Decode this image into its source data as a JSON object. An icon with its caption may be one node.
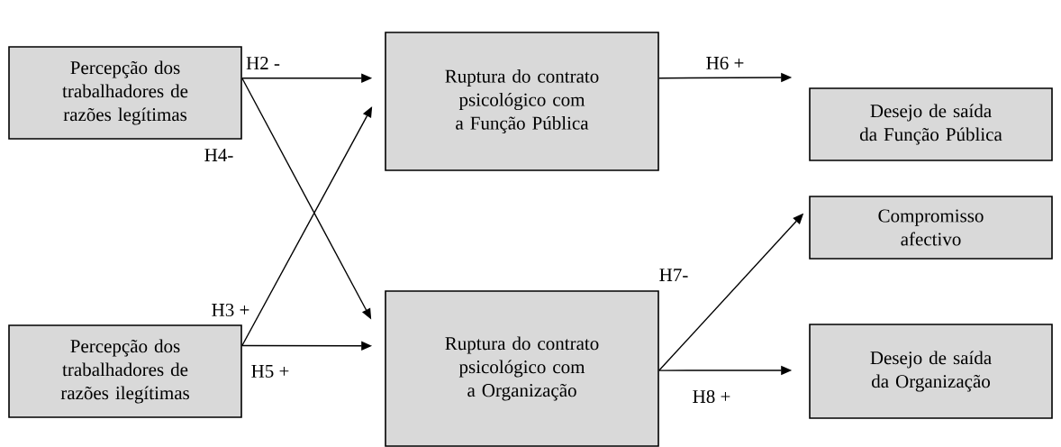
{
  "diagram": {
    "nodes": [
      {
        "text": [
          "Percepção dos trabalhadores de razões legítimas"
        ]
      },
      {
        "text": [
          "Ruptura do contrato psicológico com a Função Pública"
        ]
      },
      {
        "text": [
          "Desejo de saída da Função Pública"
        ]
      },
      {
        "text": [
          "Compromisso afectivo"
        ]
      },
      {
        "text": [
          "Percepção dos trabalhadores de razões ilegítimas"
        ]
      },
      {
        "text": [
          "Ruptura do contrato psicológico com a Organização"
        ]
      },
      {
        "text": [
          "Desejo de saída da Organização"
        ]
      }
    ],
    "edges": [
      {
        "from": 0,
        "to": 1,
        "arrow": "to",
        "label": "H2 -"
      },
      {
        "from": 0,
        "to": 5,
        "arrow": "to",
        "label": "H4-"
      },
      {
        "from": 4,
        "to": 1,
        "arrow": "to",
        "label": "H3 +"
      },
      {
        "from": 4,
        "to": 5,
        "arrow": "to",
        "label": "H5 +"
      },
      {
        "from": 1,
        "to": 2,
        "arrow": "to",
        "label": "H6 +"
      },
      {
        "from": 5,
        "to": 3,
        "arrow": "to",
        "label": "H7-"
      },
      {
        "from": 5,
        "to": 6,
        "arrow": "to",
        "label": "H8 +"
      }
    ]
  }
}
